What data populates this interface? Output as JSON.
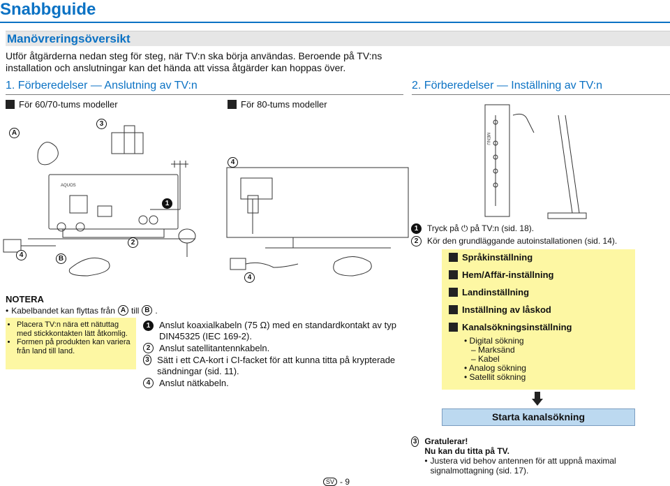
{
  "page": {
    "title": "Snabbguide",
    "section_title": "Manövreringsöversikt",
    "intro": "Utför åtgärderna nedan steg för steg, när TV:n ska börja användas. Beroende på TV:ns installation och anslutningar kan det hända att vissa åtgärder kan hoppas över."
  },
  "step1": {
    "heading": "1. Förberedelser — Anslutning av TV:n",
    "model_60_70": "För 60/70-tums modeller",
    "model_80": "För 80-tums modeller"
  },
  "step2": {
    "heading": "2. Förberedelser — Inställning av TV:n",
    "items": [
      {
        "num": "1",
        "text": "Tryck på ⏻ på TV:n (sid. 18)."
      },
      {
        "num": "2",
        "text": "Kör den grundläggande autoinstallationen (sid. 14)."
      }
    ]
  },
  "diagram_labels": {
    "A": "A",
    "B": "B",
    "n1": "1",
    "n2": "2",
    "n3": "3",
    "n4": "4",
    "tv_brand": "AQUOS",
    "menu": "MENU"
  },
  "note": {
    "heading": "NOTERA",
    "text_prefix": "Kabelbandet kan flyttas från",
    "text_mid": "till",
    "label_a": "A",
    "label_b": "B"
  },
  "tips": [
    "Placera TV:n nära ett nätuttag med stickkontakten lätt åtkomlig.",
    "Formen på produkten kan variera från land till land."
  ],
  "connect_steps": [
    {
      "num": "1",
      "text": "Anslut koaxialkabeln (75 Ω) med en standardkontakt av typ DIN45325 (IEC 169-2)."
    },
    {
      "num": "2",
      "text": "Anslut satellitantennkabeln."
    },
    {
      "num": "3",
      "text": "Sätt i ett CA-kort i CI-facket för att kunna titta på krypterade sändningar (sid. 11)."
    },
    {
      "num": "4",
      "text": "Anslut nätkabeln."
    }
  ],
  "setup_steps": [
    "Språkinställning",
    "Hem/Affär-inställning",
    "Landinställning",
    "Inställning av låskod",
    "Kanalsökningsinställning"
  ],
  "search_options": [
    {
      "bullet": "•",
      "text": "Digital sökning"
    },
    {
      "bullet": "–",
      "text": "Marksänd"
    },
    {
      "bullet": "–",
      "text": "Kabel"
    },
    {
      "bullet": "•",
      "text": "Analog sökning"
    },
    {
      "bullet": "•",
      "text": "Satellit sökning"
    }
  ],
  "start_button": "Starta kanalsökning",
  "congrats": {
    "num": "3",
    "title": "Gratulerar!",
    "subtitle": "Nu kan du titta på TV.",
    "bullet": "Justera vid behov antennen för att uppnå maximal signalmottagning (sid. 17)."
  },
  "footer": {
    "lang": "SV",
    "page": "- 9"
  },
  "colors": {
    "accent": "#0b72c4",
    "highlight": "#fdf7a3",
    "button": "#bcd9f0"
  }
}
